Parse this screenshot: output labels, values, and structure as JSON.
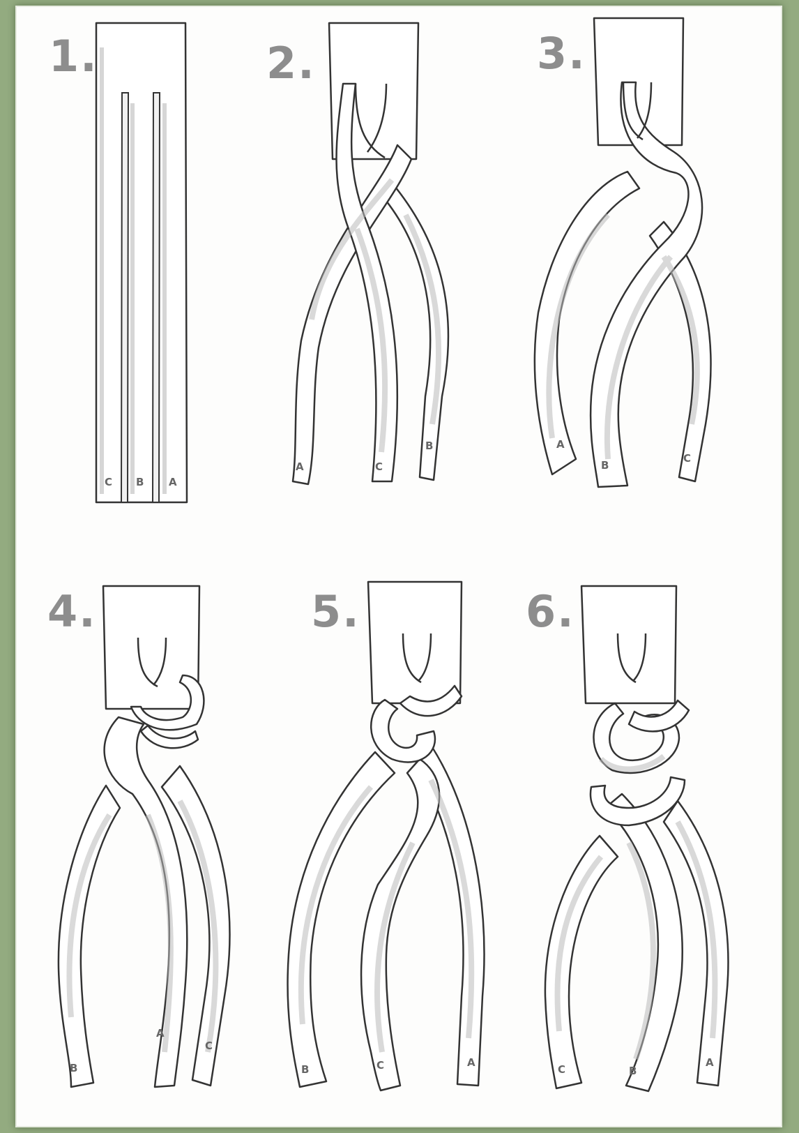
{
  "steps": [
    {
      "number": "1.",
      "strand_labels": [
        "C",
        "B",
        "A"
      ]
    },
    {
      "number": "2.",
      "strand_labels": [
        "A",
        "C",
        "B"
      ]
    },
    {
      "number": "3.",
      "strand_labels": [
        "A",
        "B",
        "C"
      ]
    },
    {
      "number": "4.",
      "strand_labels": [
        "B",
        "A",
        "C"
      ]
    },
    {
      "number": "5.",
      "strand_labels": [
        "B",
        "C",
        "A"
      ]
    },
    {
      "number": "6.",
      "strand_labels": [
        "C",
        "B",
        "A"
      ]
    }
  ],
  "colors": {
    "background": "#93ab80",
    "paper": "#fdfdfc",
    "ink": "#333333",
    "step_number": "#8d8d8d",
    "shade": "#c9c9c9"
  }
}
